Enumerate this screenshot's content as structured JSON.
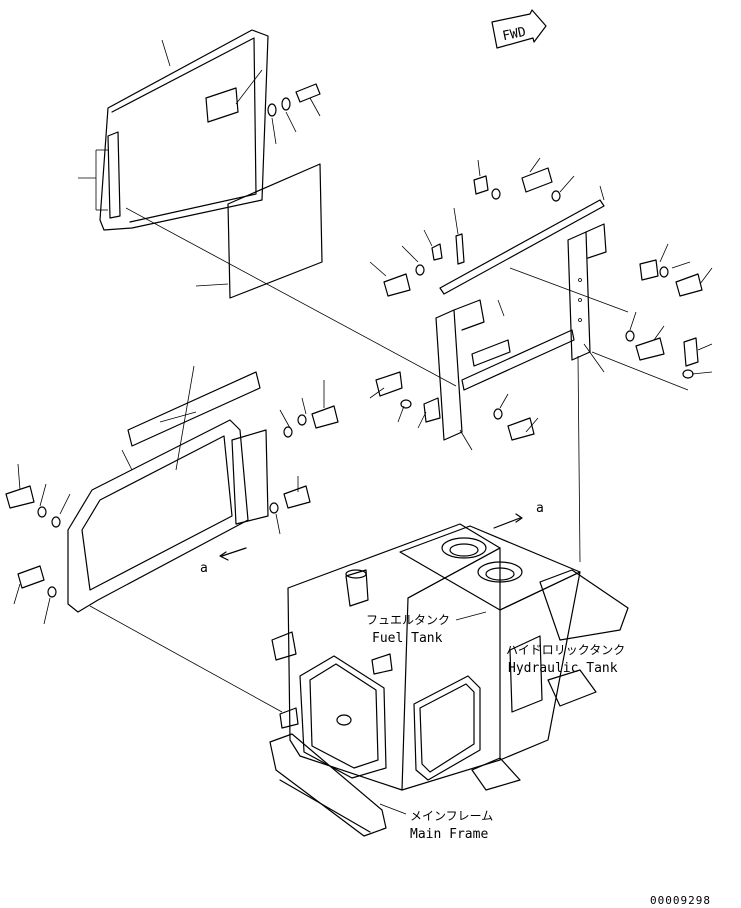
{
  "fwd_label": "FWD",
  "labels": {
    "fuel_jp": "フュエルタンク",
    "fuel_en": "Fuel Tank",
    "hyd_jp": "ハイドロリックタンク",
    "hyd_en": "Hydraulic Tank",
    "frame_jp": "メインフレーム",
    "frame_en": "Main Frame",
    "ref_a": "a"
  },
  "drawing_number": "00009298"
}
